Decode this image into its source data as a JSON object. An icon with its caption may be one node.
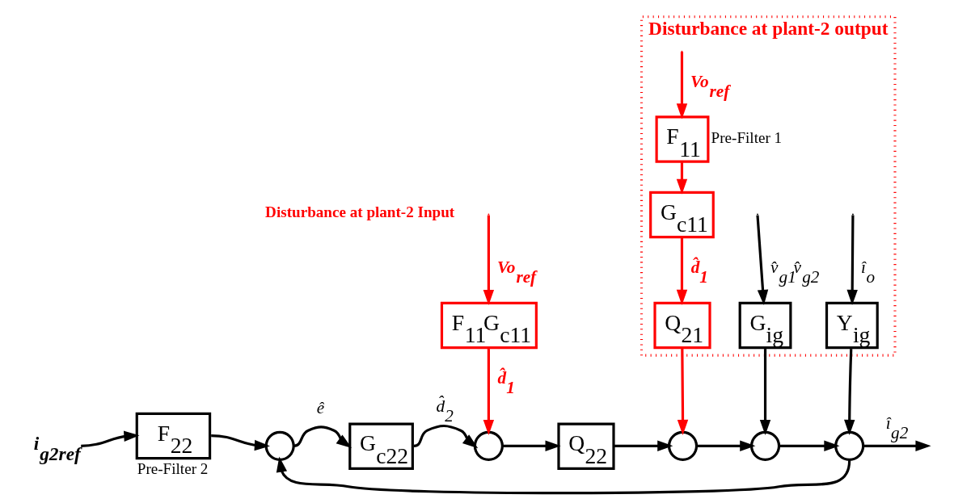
{
  "diagram": {
    "nodes": [
      {
        "text": [
          "Disturbance at plant-2 output"
        ]
      },
      {
        "text": [
          "F$_{11}$"
        ],
        "in": 0,
        "beside": [
          "Pre-Filter 1"
        ]
      },
      {
        "text": [
          "G$_{c11}$"
        ],
        "in": 0
      },
      {
        "text": [
          "Q$_{21}$"
        ],
        "in": 0
      },
      {
        "text": [
          "G$_{ig}$"
        ],
        "in": 0
      },
      {
        "text": [
          "Y$_{ig}$"
        ],
        "in": 0
      },
      {
        "text": [
          "F$_{11}$G$_{c11}$"
        ]
      },
      {
        "text": [
          "i$_{g2ref}$"
        ]
      },
      {
        "text": [
          "F$_{22}$"
        ],
        "beside": [
          "Pre-Filter 2"
        ]
      },
      {
        "text": [],
        "shape": "circle"
      },
      {
        "text": [
          "G$_{c22}$"
        ]
      },
      {
        "text": [],
        "shape": "circle"
      },
      {
        "text": [
          "Q$_{22}$"
        ]
      },
      {
        "text": [],
        "shape": "circle"
      },
      {
        "text": [],
        "shape": "circle"
      },
      {
        "text": [],
        "shape": "circle"
      }
    ],
    "edges": [
      {
        "from": null,
        "to": 1,
        "arrow": "to",
        "label": "Vo$_{ref}$",
        "color": "#ff0000"
      },
      {
        "from": 1,
        "to": 2,
        "arrow": "to",
        "color": "#ff0000"
      },
      {
        "from": 2,
        "to": 3,
        "arrow": "to",
        "label": "d̂$_{1}$",
        "color": "#ff0000"
      },
      {
        "from": 3,
        "to": 13,
        "arrow": "to",
        "color": "#ff0000"
      },
      {
        "from": null,
        "to": 4,
        "arrow": "to",
        "label": "v̂$_{g1}$v̂$_{g2}$"
      },
      {
        "from": 4,
        "to": 14,
        "arrow": "to"
      },
      {
        "from": null,
        "to": 5,
        "arrow": "to",
        "label": "î$_{o}$"
      },
      {
        "from": 5,
        "to": 15,
        "arrow": "to"
      },
      {
        "from": null,
        "to": 6,
        "arrow": "to",
        "label": "Vo$_{ref}$",
        "color": "#ff0000"
      },
      {
        "from": 6,
        "to": 11,
        "arrow": "to",
        "label": "d̂$_{1}$",
        "color": "#ff0000"
      },
      {
        "from": 7,
        "to": 8,
        "arrow": "to"
      },
      {
        "from": 8,
        "to": 9,
        "arrow": "to"
      },
      {
        "from": 9,
        "to": 10,
        "arrow": "to",
        "label": "ê"
      },
      {
        "from": 10,
        "to": 11,
        "arrow": "to",
        "label": "d̂$_{2}$"
      },
      {
        "from": 11,
        "to": 12,
        "arrow": "to"
      },
      {
        "from": 12,
        "to": 13,
        "arrow": "to"
      },
      {
        "from": 13,
        "to": 14,
        "arrow": "to"
      },
      {
        "from": 14,
        "to": 15,
        "arrow": "to"
      },
      {
        "from": 15,
        "to": null,
        "arrow": "to",
        "label": "î$_{g2}$"
      },
      {
        "from": 15,
        "to": 9,
        "arrow": "to"
      }
    ],
    "labels": [
      "Disturbance at plant-2 Input"
    ]
  }
}
